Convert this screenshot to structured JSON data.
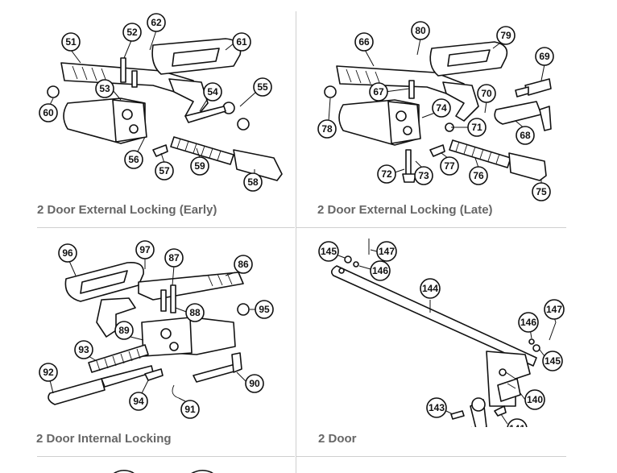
{
  "cells": [
    {
      "caption": "2 Door External Locking (Early)",
      "callouts": [
        "51",
        "52",
        "62",
        "61",
        "53",
        "54",
        "55",
        "60",
        "56",
        "57",
        "59",
        "58"
      ]
    },
    {
      "caption": "2 Door External Locking (Late)",
      "callouts": [
        "66",
        "80",
        "79",
        "69",
        "67",
        "70",
        "74",
        "71",
        "68",
        "78",
        "72",
        "73",
        "77",
        "76",
        "75"
      ]
    },
    {
      "caption": "2 Door Internal Locking",
      "callouts": [
        "96",
        "97",
        "87",
        "86",
        "88",
        "95",
        "89",
        "93",
        "92",
        "94",
        "91",
        "90"
      ]
    },
    {
      "caption": "2 Door",
      "callouts": [
        "145",
        "147",
        "146",
        "144",
        "147",
        "146",
        "145",
        "140",
        "143",
        "141",
        "142"
      ]
    }
  ]
}
